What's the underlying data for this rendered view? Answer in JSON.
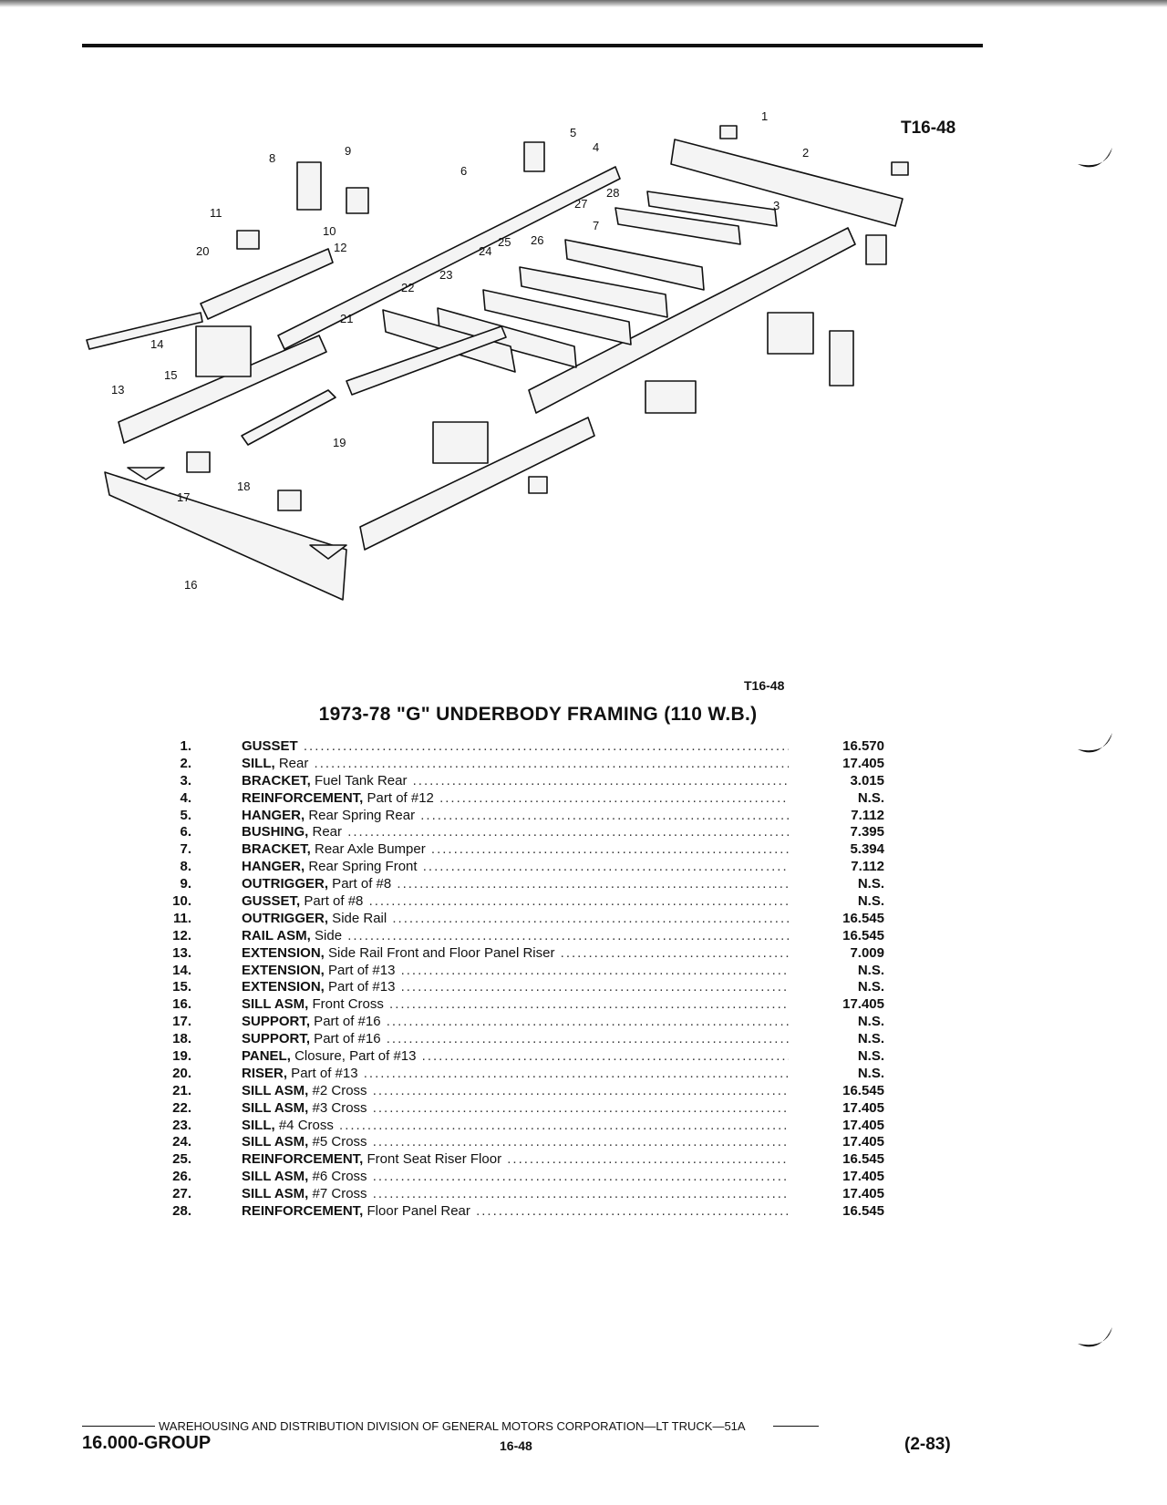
{
  "figure": {
    "id_top": "T16-48",
    "id_bottom": "T16-48"
  },
  "title": "1973-78 \"G\" UNDERBODY FRAMING (110 W.B.)",
  "callouts": [
    "1",
    "2",
    "3",
    "4",
    "5",
    "6",
    "7",
    "8",
    "9",
    "10",
    "11",
    "12",
    "13",
    "14",
    "15",
    "16",
    "17",
    "18",
    "19",
    "20",
    "21",
    "22",
    "23",
    "24",
    "25",
    "26",
    "27",
    "28"
  ],
  "parts": [
    {
      "num": "1.",
      "name": "GUSSET",
      "detail": "",
      "group": "16.570"
    },
    {
      "num": "2.",
      "name": "SILL,",
      "detail": " Rear",
      "group": "17.405"
    },
    {
      "num": "3.",
      "name": "BRACKET,",
      "detail": " Fuel Tank Rear",
      "group": "3.015"
    },
    {
      "num": "4.",
      "name": "REINFORCEMENT,",
      "detail": " Part of #12",
      "group": "N.S."
    },
    {
      "num": "5.",
      "name": "HANGER,",
      "detail": " Rear Spring Rear",
      "group": "7.112"
    },
    {
      "num": "6.",
      "name": "BUSHING,",
      "detail": " Rear",
      "group": "7.395"
    },
    {
      "num": "7.",
      "name": "BRACKET,",
      "detail": " Rear Axle Bumper",
      "group": "5.394"
    },
    {
      "num": "8.",
      "name": "HANGER,",
      "detail": " Rear Spring Front",
      "group": "7.112"
    },
    {
      "num": "9.",
      "name": "OUTRIGGER,",
      "detail": " Part of #8",
      "group": "N.S."
    },
    {
      "num": "10.",
      "name": "GUSSET,",
      "detail": " Part of #8",
      "group": "N.S."
    },
    {
      "num": "11.",
      "name": "OUTRIGGER,",
      "detail": " Side Rail",
      "group": "16.545"
    },
    {
      "num": "12.",
      "name": "RAIL ASM,",
      "detail": " Side",
      "group": "16.545"
    },
    {
      "num": "13.",
      "name": "EXTENSION,",
      "detail": " Side Rail Front and Floor Panel Riser",
      "group": "7.009"
    },
    {
      "num": "14.",
      "name": "EXTENSION,",
      "detail": " Part of #13",
      "group": "N.S."
    },
    {
      "num": "15.",
      "name": "EXTENSION,",
      "detail": " Part of #13",
      "group": "N.S."
    },
    {
      "num": "16.",
      "name": "SILL ASM,",
      "detail": " Front Cross",
      "group": "17.405"
    },
    {
      "num": "17.",
      "name": "SUPPORT,",
      "detail": " Part of #16",
      "group": "N.S."
    },
    {
      "num": "18.",
      "name": "SUPPORT,",
      "detail": " Part of #16",
      "group": "N.S."
    },
    {
      "num": "19.",
      "name": "PANEL,",
      "detail": " Closure, Part of #13",
      "group": "N.S."
    },
    {
      "num": "20.",
      "name": "RISER,",
      "detail": " Part of #13",
      "group": "N.S."
    },
    {
      "num": "21.",
      "name": "SILL ASM,",
      "detail": " #2 Cross",
      "group": "16.545"
    },
    {
      "num": "22.",
      "name": "SILL ASM,",
      "detail": " #3 Cross",
      "group": "17.405"
    },
    {
      "num": "23.",
      "name": "SILL,",
      "detail": " #4 Cross",
      "group": "17.405"
    },
    {
      "num": "24.",
      "name": "SILL ASM,",
      "detail": " #5 Cross",
      "group": "17.405"
    },
    {
      "num": "25.",
      "name": "REINFORCEMENT,",
      "detail": " Front Seat Riser Floor",
      "group": "16.545"
    },
    {
      "num": "26.",
      "name": "SILL ASM,",
      "detail": " #6 Cross",
      "group": "17.405"
    },
    {
      "num": "27.",
      "name": "SILL ASM,",
      "detail": " #7 Cross",
      "group": "17.405"
    },
    {
      "num": "28.",
      "name": "REINFORCEMENT,",
      "detail": " Floor Panel Rear",
      "group": "16.545"
    }
  ],
  "footer": {
    "line": "WAREHOUSING AND DISTRIBUTION  DIVISION OF GENERAL MOTORS CORPORATION—LT TRUCK—51A",
    "group": "16.000-GROUP",
    "page": "16-48",
    "date": "(2-83)"
  }
}
